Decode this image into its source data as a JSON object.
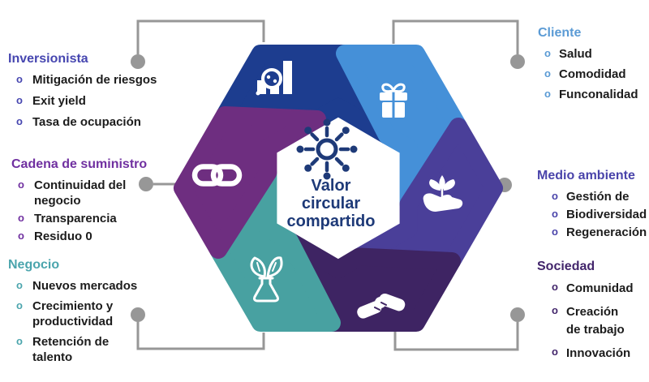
{
  "ui": {
    "bullet_char": "o"
  },
  "center": {
    "line1": "Valor",
    "line2": "circular",
    "line3": "compartido",
    "text_color": "#1e3a78",
    "icon": "network-hub-icon"
  },
  "connector_color": "#979797",
  "groups": {
    "inversionista": {
      "label": "Inversionista",
      "color": "#4646b0",
      "items": [
        "Mitigación de riesgos",
        "Exit yield",
        "Tasa de ocupación"
      ]
    },
    "cliente": {
      "label": "Cliente",
      "color": "#5b9bd5",
      "items": [
        "Salud",
        "Comodidad",
        "Funconalidad"
      ]
    },
    "cadena": {
      "label": "Cadena de suministro",
      "color": "#7030a0",
      "items": [
        "Continuidad del\nnegocio",
        "Transparencia",
        "Residuo 0"
      ]
    },
    "medio_ambiente": {
      "label": "Medio ambiente",
      "color": "#4a44aa",
      "items": [
        "Gestión de",
        "Biodiversidad",
        "Regeneración"
      ]
    },
    "negocio": {
      "label": "Negocio",
      "color": "#4ba5ad",
      "items": [
        "Nuevos mercados",
        "Crecimiento y\nproductividad",
        "Retención de\ntalento"
      ]
    },
    "sociedad": {
      "label": "Sociedad",
      "color": "#42256b",
      "items": [
        "Comunidad",
        "Creación\nde trabajo",
        "Innovación"
      ]
    }
  },
  "segments": {
    "investor": {
      "color": "#1d3d8f",
      "icon": "bar-chart-magnifier-icon"
    },
    "client": {
      "color": "#4590d8",
      "icon": "gift-icon"
    },
    "environment": {
      "color": "#4a3f99",
      "icon": "hand-sprout-icon"
    },
    "society": {
      "color": "#3e2463",
      "icon": "handshake-icon"
    },
    "business": {
      "color": "#48a1a1",
      "icon": "plant-flask-icon"
    },
    "supply_chain": {
      "color": "#6e2e80",
      "icon": "chain-links-icon"
    }
  }
}
